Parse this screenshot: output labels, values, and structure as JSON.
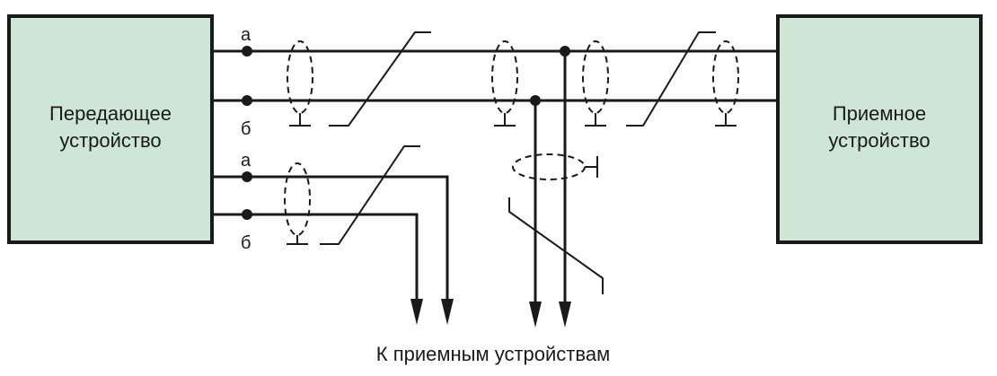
{
  "transmitter": {
    "line1": "Передающее",
    "line2": "устройство"
  },
  "receiver": {
    "line1": "Приемное",
    "line2": "устройство"
  },
  "terminals": {
    "upper_a": "а",
    "upper_b": "б",
    "lower_a": "а",
    "lower_b": "б"
  },
  "caption": "К приемным устройствам",
  "colors": {
    "box_fill": "#cde6d6",
    "stroke": "#1a1a1a"
  }
}
